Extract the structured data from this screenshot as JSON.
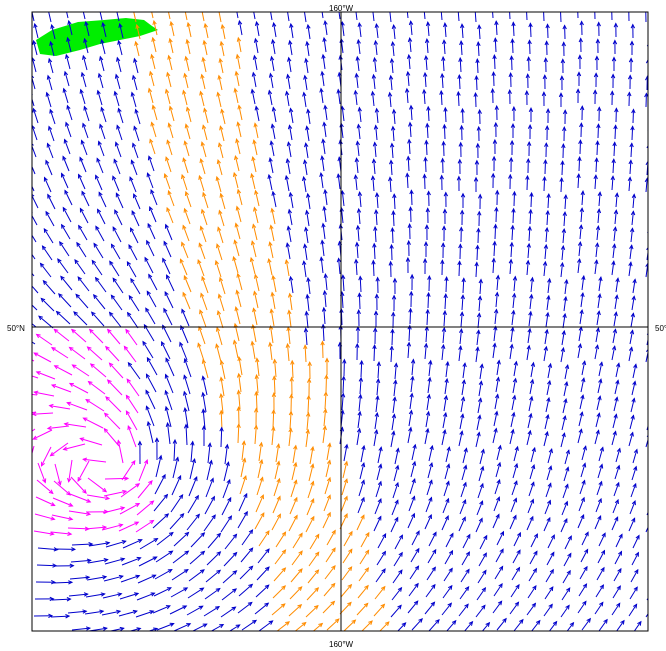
{
  "labels": {
    "meridian_top": "160°W",
    "meridian_bottom": "160°W",
    "parallel_left": "50°N",
    "parallel_right": "50°"
  },
  "colors": {
    "frame": "#000000",
    "land": "#00ee00",
    "vector_slow": "#ff00ff",
    "vector_mid": "#ff8c00",
    "vector_fast": "#0000cc"
  },
  "legend_icons": [
    "wind-vector-arrow-icon"
  ]
}
